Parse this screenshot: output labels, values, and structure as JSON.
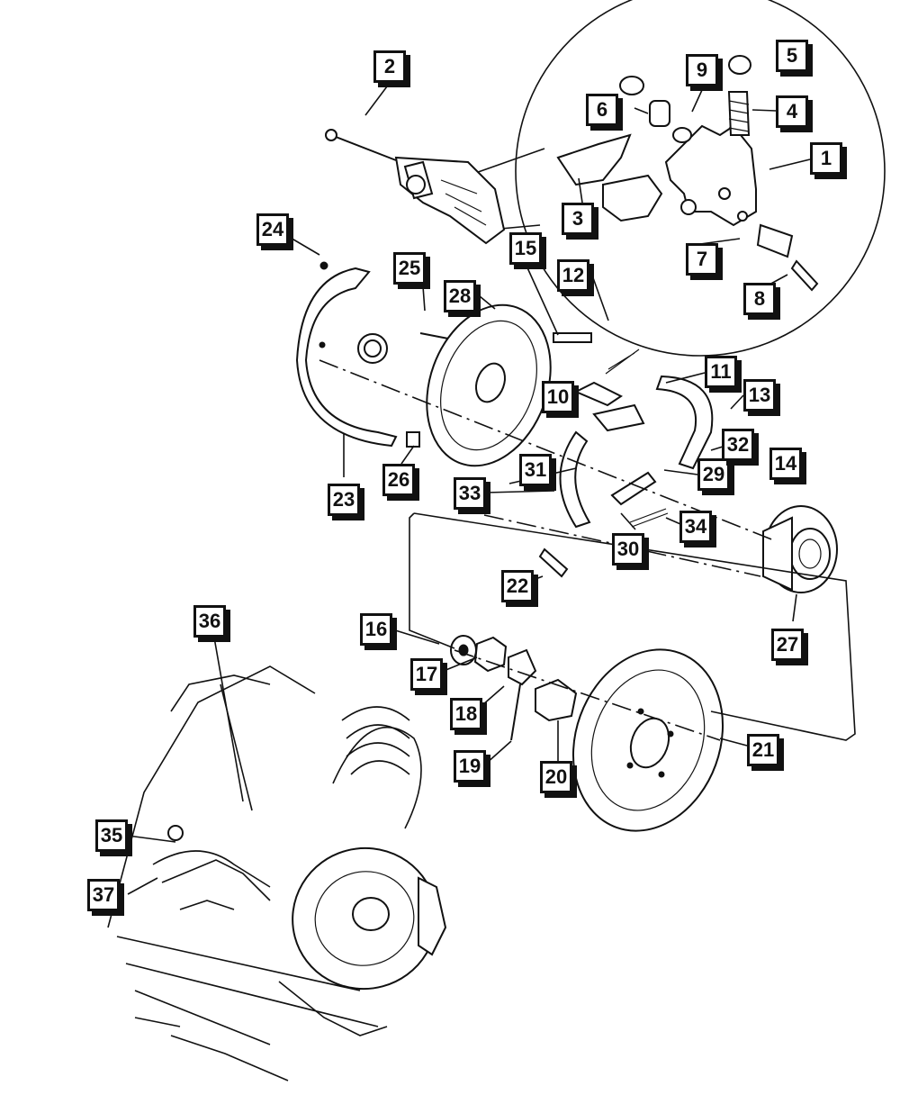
{
  "callouts": [
    {
      "label": "1"
    },
    {
      "label": "2"
    },
    {
      "label": "3"
    },
    {
      "label": "4"
    },
    {
      "label": "5"
    },
    {
      "label": "6"
    },
    {
      "label": "7"
    },
    {
      "label": "8"
    },
    {
      "label": "9"
    },
    {
      "label": "10"
    },
    {
      "label": "11"
    },
    {
      "label": "12"
    },
    {
      "label": "13"
    },
    {
      "label": "14"
    },
    {
      "label": "15"
    },
    {
      "label": "16"
    },
    {
      "label": "17"
    },
    {
      "label": "18"
    },
    {
      "label": "19"
    },
    {
      "label": "20"
    },
    {
      "label": "21"
    },
    {
      "label": "22"
    },
    {
      "label": "23"
    },
    {
      "label": "24"
    },
    {
      "label": "25"
    },
    {
      "label": "26"
    },
    {
      "label": "27"
    },
    {
      "label": "28"
    },
    {
      "label": "29"
    },
    {
      "label": "30"
    },
    {
      "label": "31"
    },
    {
      "label": "32"
    },
    {
      "label": "33"
    },
    {
      "label": "34"
    },
    {
      "label": "35"
    },
    {
      "label": "36"
    },
    {
      "label": "37"
    }
  ]
}
